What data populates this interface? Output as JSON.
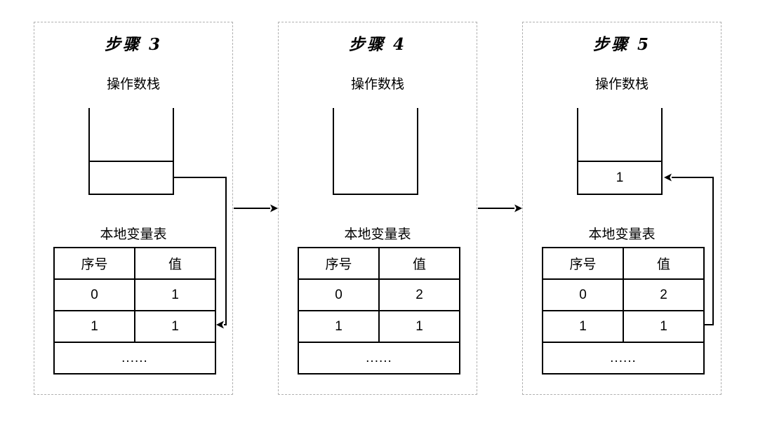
{
  "panels": [
    {
      "title": "步骤 3",
      "stack_label": "操作数栈",
      "table_label": "本地变量表",
      "stack": {
        "slot": ""
      },
      "table": {
        "headers": [
          "序号",
          "值"
        ],
        "rows": [
          [
            "0",
            "1"
          ],
          [
            "1",
            "1"
          ]
        ],
        "ellipsis": "......"
      }
    },
    {
      "title": "步骤 4",
      "stack_label": "操作数栈",
      "table_label": "本地变量表",
      "stack": {
        "slot": null
      },
      "table": {
        "headers": [
          "序号",
          "值"
        ],
        "rows": [
          [
            "0",
            "2"
          ],
          [
            "1",
            "1"
          ]
        ],
        "ellipsis": "......"
      }
    },
    {
      "title": "步骤 5",
      "stack_label": "操作数栈",
      "table_label": "本地变量表",
      "stack": {
        "slot": "1"
      },
      "table": {
        "headers": [
          "序号",
          "值"
        ],
        "rows": [
          [
            "0",
            "2"
          ],
          [
            "1",
            "1"
          ]
        ],
        "ellipsis": "......"
      }
    }
  ],
  "connectors": [
    {
      "kind": "internal-arrow",
      "panel": "步骤 3",
      "from": "stack-slot",
      "to": "table-row-1"
    },
    {
      "kind": "step-arrow",
      "from": "步骤 3",
      "to": "步骤 4"
    },
    {
      "kind": "step-arrow",
      "from": "步骤 4",
      "to": "步骤 5"
    },
    {
      "kind": "internal-arrow",
      "panel": "步骤 5",
      "from": "table-row-1",
      "to": "stack-slot"
    }
  ],
  "colors": {
    "line": "#000000",
    "panel_border": "#b0b0b0",
    "background": "#ffffff"
  }
}
